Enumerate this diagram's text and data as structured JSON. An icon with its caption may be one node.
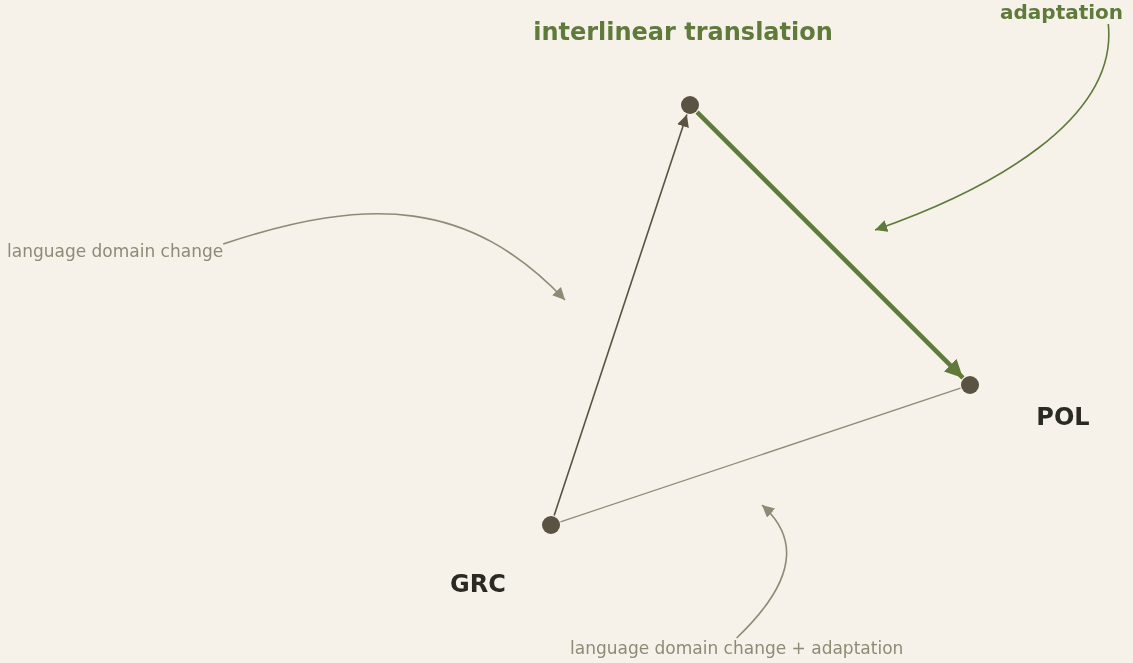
{
  "diagram": {
    "nodes": [
      {
        "text": [],
        "shape": "circle",
        "beside": [
          "interlinear translation"
        ]
      },
      {
        "text": [
          "adaptation"
        ]
      },
      {
        "text": [
          "language domain change"
        ]
      },
      {
        "text": [],
        "shape": "circle",
        "beside": [
          "POL"
        ]
      },
      {
        "text": [],
        "shape": "circle",
        "beside": [
          "GRC"
        ]
      },
      {
        "text": [
          "language domain change + adaptation"
        ]
      }
    ],
    "edges": [
      {
        "from": 4,
        "to": 0,
        "arrow": "to"
      },
      {
        "from": 0,
        "to": 3,
        "arrow": "to",
        "style": "thick",
        "color": "#5f7a3a"
      },
      {
        "from": 4,
        "to": 3,
        "arrow": "none",
        "color": "#8f8a76"
      },
      {
        "from": 1,
        "to": null,
        "arrow": "to",
        "color": "#5f7a3a"
      },
      {
        "from": 2,
        "to": null,
        "arrow": "to",
        "color": "#8f8a76"
      },
      {
        "from": 5,
        "to": null,
        "arrow": "to",
        "color": "#8f8a76"
      }
    ]
  }
}
